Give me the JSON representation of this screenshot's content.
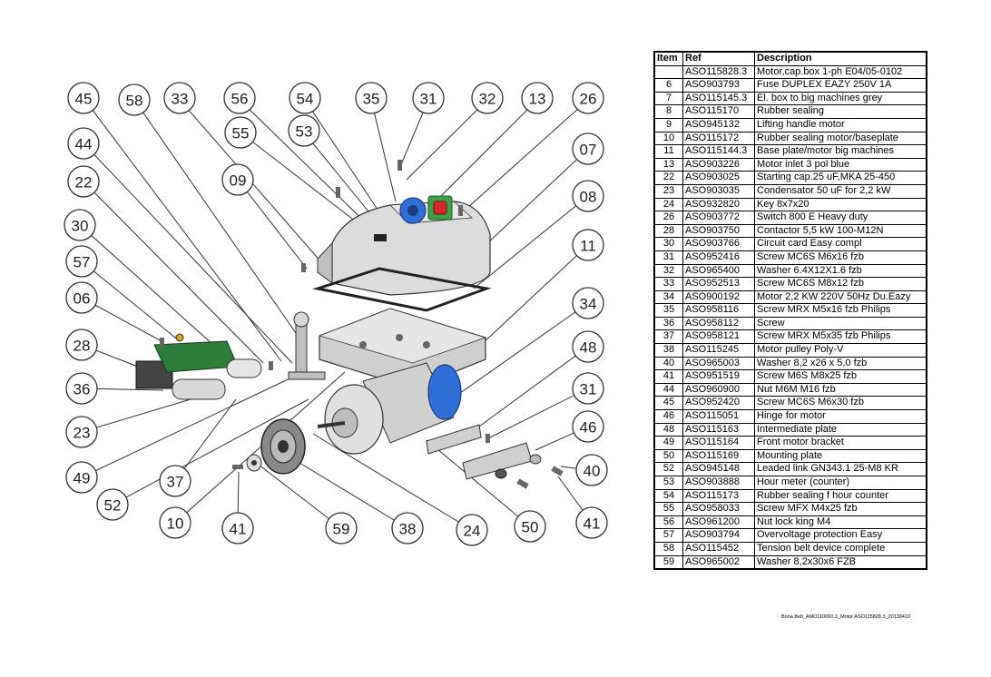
{
  "table": {
    "headers": {
      "item": "Item",
      "ref": "Ref",
      "description": "Description"
    },
    "rows": [
      {
        "item": "",
        "ref": "ASO115828.3",
        "description": "Motor,cap.box 1-ph E04/05-0102"
      },
      {
        "item": "6",
        "ref": "ASO903793",
        "description": "Fuse DUPLEX EAZY 250V 1A"
      },
      {
        "item": "7",
        "ref": "ASO115145.3",
        "description": "El. box to big machines grey"
      },
      {
        "item": "8",
        "ref": "ASO115170",
        "description": "Rubber sealing"
      },
      {
        "item": "9",
        "ref": "ASO945132",
        "description": "Lifting handle motor"
      },
      {
        "item": "10",
        "ref": "ASO115172",
        "description": "Rubber sealing motor/baseplate"
      },
      {
        "item": "11",
        "ref": "ASO115144.3",
        "description": "Base plate/motor big machines"
      },
      {
        "item": "13",
        "ref": "ASO903226",
        "description": "Motor inlet 3 pol blue"
      },
      {
        "item": "22",
        "ref": "ASO903025",
        "description": "Starting cap.25 uF,MKA 25-450"
      },
      {
        "item": "23",
        "ref": "ASO903035",
        "description": "Condensator 50 uF for 2,2 kW"
      },
      {
        "item": "24",
        "ref": "ASO932820",
        "description": "Key  8x7x20"
      },
      {
        "item": "26",
        "ref": "ASO903772",
        "description": "Switch 800 E Heavy duty"
      },
      {
        "item": "28",
        "ref": "ASO903750",
        "description": "Contactor 5,5 kW 100-M12N"
      },
      {
        "item": "30",
        "ref": "ASO903766",
        "description": "Circuit card  Easy compl"
      },
      {
        "item": "31",
        "ref": "ASO952416",
        "description": "Screw  MC6S M6x16  fzb"
      },
      {
        "item": "32",
        "ref": "ASO965400",
        "description": "Washer  6.4X12X1.6  fzb"
      },
      {
        "item": "33",
        "ref": "ASO952513",
        "description": "Screw  MC6S M8x12  fzb"
      },
      {
        "item": "34",
        "ref": "ASO900192",
        "description": "Motor 2,2 KW 220V 50Hz Du.Eazy"
      },
      {
        "item": "35",
        "ref": "ASO958116",
        "description": "Screw  MRX  M5x16  fzb Philips"
      },
      {
        "item": "36",
        "ref": "ASO958112",
        "description": "Screw"
      },
      {
        "item": "37",
        "ref": "ASO958121",
        "description": "Screw  MRX  M5x35  fzb Philips"
      },
      {
        "item": "38",
        "ref": "ASO115245",
        "description": "Motor pulley Poly-V"
      },
      {
        "item": "40",
        "ref": "ASO965003",
        "description": "Washer  8,2 x26 x 5,0  fzb"
      },
      {
        "item": "41",
        "ref": "ASO951519",
        "description": "Screw  M6S M8x25  fzb"
      },
      {
        "item": "44",
        "ref": "ASO960900",
        "description": "Nut  M6M M16 fzb"
      },
      {
        "item": "45",
        "ref": "ASO952420",
        "description": "Screw  MC6S M6x30 fzb"
      },
      {
        "item": "46",
        "ref": "ASO115051",
        "description": "Hinge for motor"
      },
      {
        "item": "48",
        "ref": "ASO115163",
        "description": "Intermediate plate"
      },
      {
        "item": "49",
        "ref": "ASO115164",
        "description": "Front motor bracket"
      },
      {
        "item": "50",
        "ref": "ASO115169",
        "description": "Mounting plate"
      },
      {
        "item": "52",
        "ref": "ASO945148",
        "description": "Leaded link GN343.1 25-M8 KR"
      },
      {
        "item": "53",
        "ref": "ASO903888",
        "description": "Hour meter  (counter)"
      },
      {
        "item": "54",
        "ref": "ASO115173",
        "description": "Rubber sealing f hour counter"
      },
      {
        "item": "55",
        "ref": "ASO958033",
        "description": "Screw MFX M4x25 fzb"
      },
      {
        "item": "56",
        "ref": "ASO961200",
        "description": "Nut lock king  M4"
      },
      {
        "item": "57",
        "ref": "ASO903794",
        "description": "Overvoltage protection Easy"
      },
      {
        "item": "58",
        "ref": "ASO115452",
        "description": "Tension belt device complete"
      },
      {
        "item": "59",
        "ref": "ASO965002",
        "description": "Washer 8,2x30x6 FZB"
      }
    ]
  },
  "callouts": [
    "45",
    "58",
    "33",
    "56",
    "54",
    "35",
    "31",
    "32",
    "13",
    "26",
    "55",
    "53",
    "44",
    "09",
    "07",
    "22",
    "08",
    "30",
    "11",
    "57",
    "06",
    "34",
    "28",
    "48",
    "36",
    "31",
    "23",
    "46",
    "40",
    "49",
    "37",
    "52",
    "10",
    "41",
    "59",
    "38",
    "24",
    "50",
    "41"
  ],
  "footer": "Bona Belt_AMO110000.3_Motor ASO115828.3_20130410",
  "colors": {
    "motor_blue": "#2f6fd6",
    "casing": "#d8d8d8",
    "switch_red": "#d12a2a",
    "switch_green": "#3fa04a",
    "pcb_green": "#2f7d3a"
  }
}
